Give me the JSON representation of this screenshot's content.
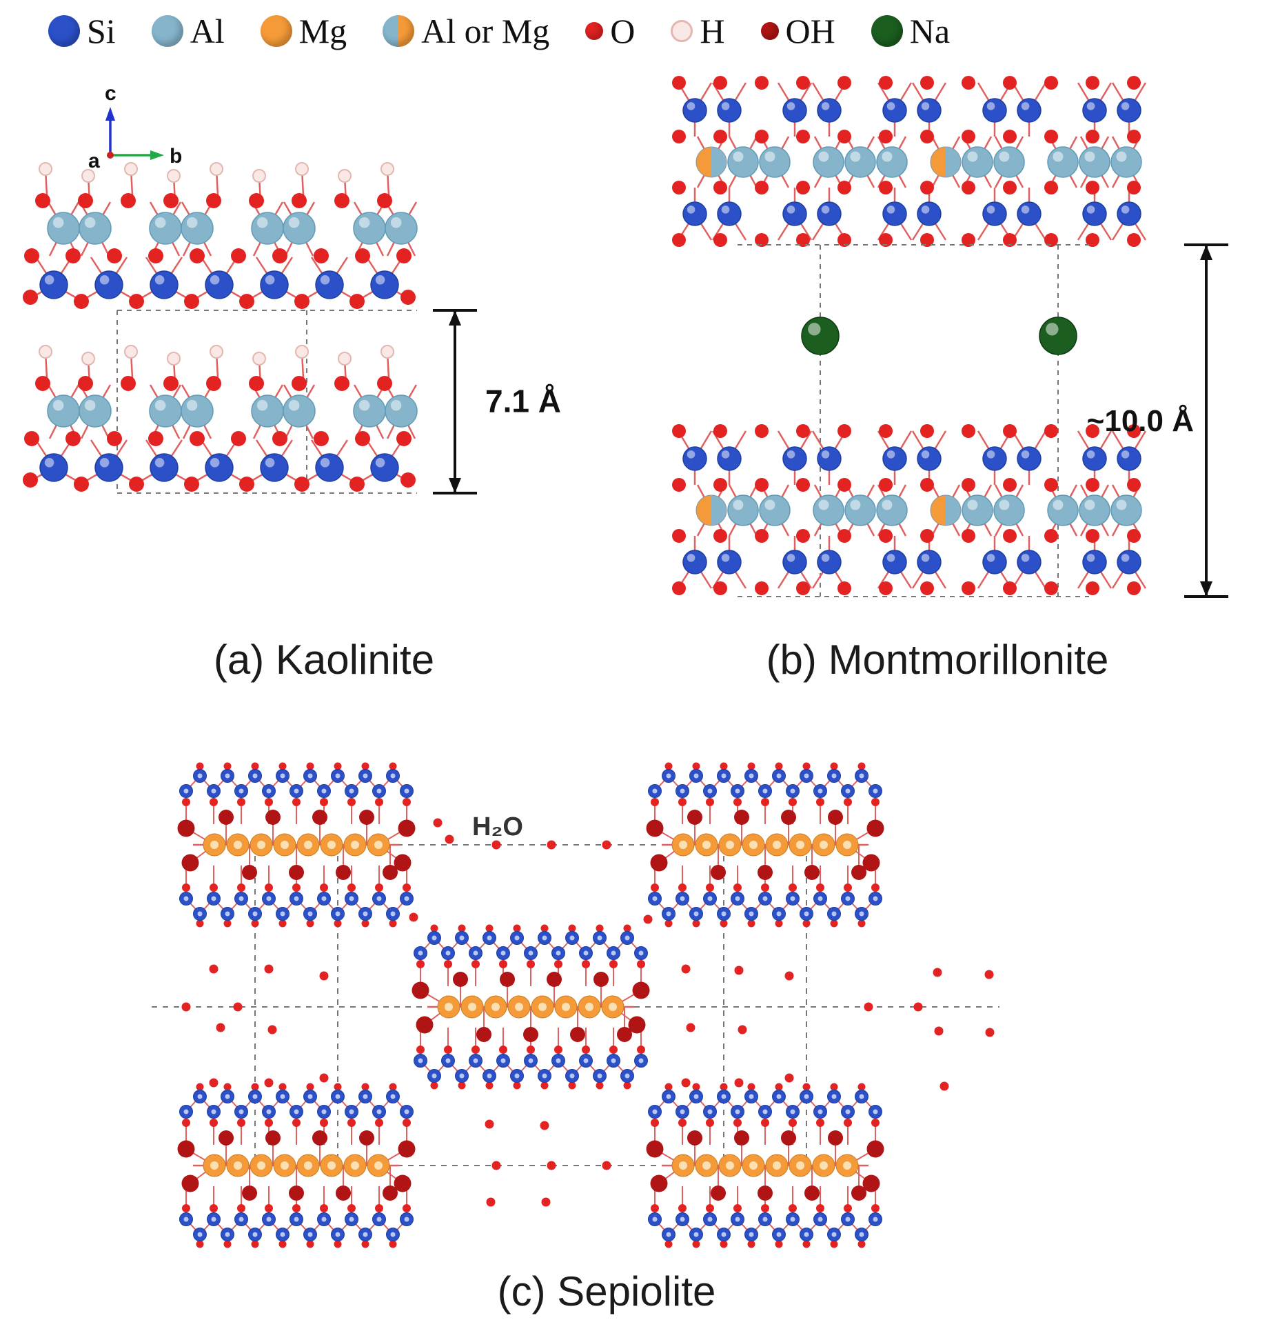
{
  "legend": {
    "items": [
      {
        "label": "Si",
        "type": "solid",
        "color": "#2b50c8",
        "size": "large"
      },
      {
        "label": "Al",
        "type": "solid",
        "color": "#85b4cb",
        "size": "large"
      },
      {
        "label": "Mg",
        "type": "solid",
        "color": "#f49a38",
        "size": "large"
      },
      {
        "label": "Al or Mg",
        "type": "half",
        "color": "#85b4cb",
        "color2": "#f49a38",
        "size": "large"
      },
      {
        "label": "O",
        "type": "solid",
        "color": "#e32222",
        "size": "small"
      },
      {
        "label": "H",
        "type": "hollow",
        "color": "#f9e8e5",
        "border": "#e2b7af",
        "size": "small"
      },
      {
        "label": "OH",
        "type": "solid",
        "color": "#b01414",
        "size": "small"
      },
      {
        "label": "Na",
        "type": "solid",
        "color": "#1b5e20",
        "size": "large"
      }
    ]
  },
  "panels": {
    "a": {
      "caption": "(a) Kaolinite",
      "annotation": "7.1 Å",
      "axis_c": "c",
      "axis_b": "b",
      "axis_a": "a"
    },
    "b": {
      "caption": "(b) Montmorillonite",
      "annotation": "~10.0 Å"
    },
    "c": {
      "caption": "(c) Sepiolite",
      "water_label": "H₂O"
    }
  },
  "colors": {
    "si": "#2b50c8",
    "al": "#85b4cb",
    "mg": "#f49a38",
    "o": "#e32222",
    "h": "#f9e8e5",
    "h_stroke": "#e2b7af",
    "oh": "#b01414",
    "na": "#1b5e20",
    "bond": "#e06060",
    "dash": "#777777",
    "ink": "#111111",
    "axis_c": "#2233cc",
    "axis_b": "#22aa44",
    "axis_a": "#cc2222"
  }
}
